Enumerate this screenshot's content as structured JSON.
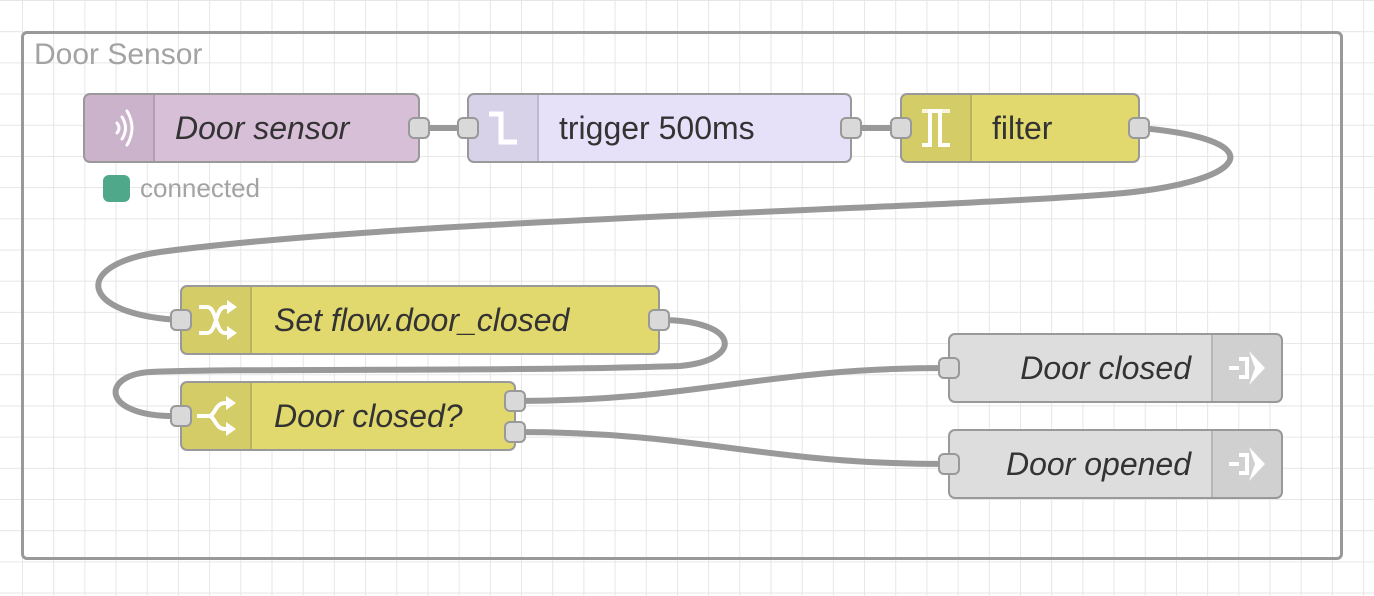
{
  "group": {
    "label": "Door Sensor"
  },
  "nodes": {
    "door_sensor": {
      "label": "Door sensor",
      "color": "#d8bfd8",
      "icon": "bluetooth-wave-icon"
    },
    "trigger": {
      "label": "trigger 500ms",
      "color": "#e6e0f8",
      "icon": "trigger-pulse-icon"
    },
    "filter": {
      "label": "filter",
      "color": "#e2d96e",
      "icon": "filter-icon"
    },
    "set_flow": {
      "label": "Set flow.door_closed",
      "color": "#e2d96e",
      "icon": "shuffle-icon"
    },
    "door_closed_switch": {
      "label": "Door closed?",
      "color": "#e2d96e",
      "icon": "switch-icon"
    },
    "door_closed_out": {
      "label": "Door closed",
      "color": "#dddddd",
      "icon": "link-out-icon"
    },
    "door_opened_out": {
      "label": "Door opened",
      "color": "#dddddd",
      "icon": "link-out-icon"
    }
  },
  "status": {
    "text": "connected",
    "color": "#4fa88a"
  }
}
